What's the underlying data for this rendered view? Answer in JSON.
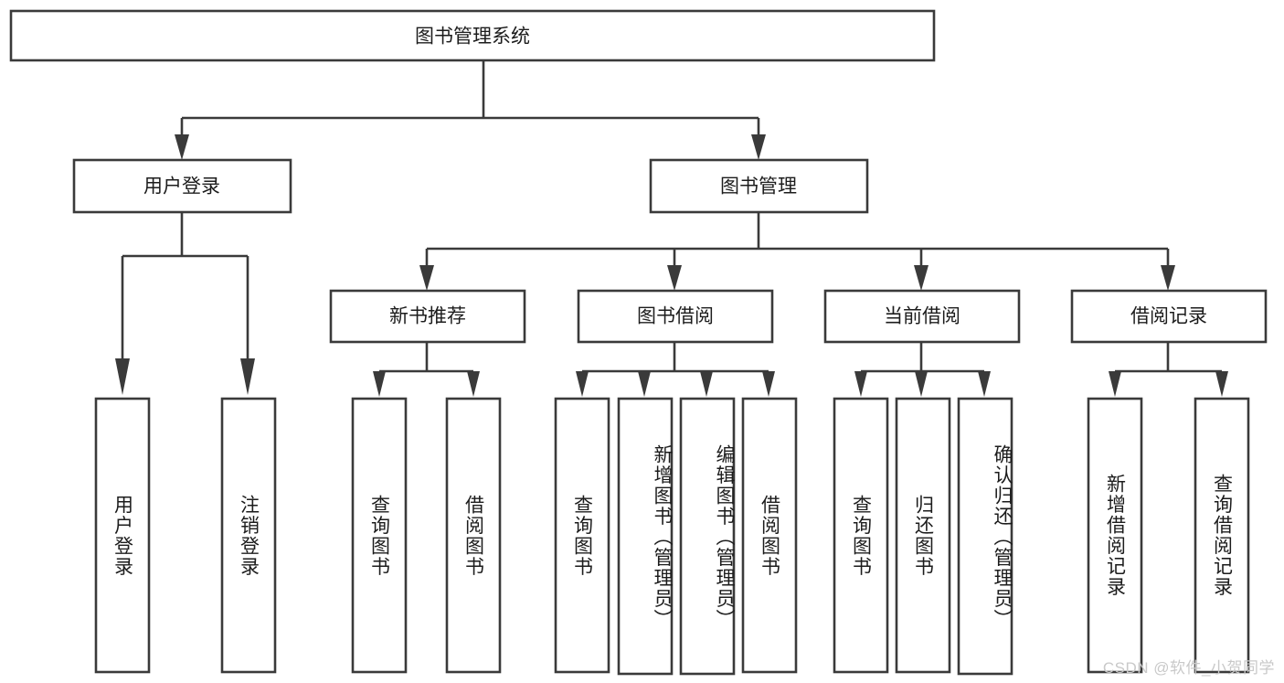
{
  "diagram": {
    "title": "图书管理系统",
    "watermark": "CSDN @软件_小贺同学",
    "colors": {
      "stroke": "#3a3a3a",
      "fill": "#ffffff",
      "text": "#1c1c1c",
      "watermark": "#c9c9c9",
      "background": "#ffffff"
    },
    "levels": {
      "root": "图书管理系统",
      "level2": [
        "用户登录",
        "图书管理"
      ],
      "level3": [
        "新书推荐",
        "图书借阅",
        "当前借阅",
        "借阅记录"
      ]
    },
    "nodes": {
      "root": {
        "label": "图书管理系统",
        "orientation": "horizontal"
      },
      "user_login": {
        "label": "用户登录",
        "orientation": "horizontal"
      },
      "book_manage": {
        "label": "图书管理",
        "orientation": "horizontal"
      },
      "new_book_rec": {
        "label": "新书推荐",
        "orientation": "horizontal"
      },
      "book_borrow": {
        "label": "图书借阅",
        "orientation": "horizontal"
      },
      "current_borrow": {
        "label": "当前借阅",
        "orientation": "horizontal"
      },
      "borrow_record": {
        "label": "借阅记录",
        "orientation": "horizontal"
      },
      "leaf_user_login": {
        "label": "用户登录",
        "orientation": "vertical"
      },
      "leaf_logout": {
        "label": "注销登录",
        "orientation": "vertical"
      },
      "leaf_query_book_1": {
        "label": "查询图书",
        "orientation": "vertical"
      },
      "leaf_borrow_book_1": {
        "label": "借阅图书",
        "orientation": "vertical"
      },
      "leaf_query_book_2": {
        "label": "查询图书",
        "orientation": "vertical"
      },
      "leaf_add_book": {
        "label": "新增图书（管理员）",
        "orientation": "vertical"
      },
      "leaf_edit_book": {
        "label": "编辑图书（管理员）",
        "orientation": "vertical"
      },
      "leaf_borrow_book_2": {
        "label": "借阅图书",
        "orientation": "vertical"
      },
      "leaf_query_book_3": {
        "label": "查询图书",
        "orientation": "vertical"
      },
      "leaf_return_book": {
        "label": "归还图书",
        "orientation": "vertical"
      },
      "leaf_confirm_return": {
        "label": "确认归还（管理员）",
        "orientation": "vertical"
      },
      "leaf_add_record": {
        "label": "新增借阅记录",
        "orientation": "vertical"
      },
      "leaf_query_record": {
        "label": "查询借阅记录",
        "orientation": "vertical"
      }
    },
    "tree": {
      "name": "图书管理系统",
      "children": [
        {
          "name": "用户登录",
          "children": [
            {
              "name": "用户登录",
              "children": []
            },
            {
              "name": "注销登录",
              "children": []
            }
          ]
        },
        {
          "name": "图书管理",
          "children": [
            {
              "name": "新书推荐",
              "children": [
                {
                  "name": "查询图书",
                  "children": []
                },
                {
                  "name": "借阅图书",
                  "children": []
                }
              ]
            },
            {
              "name": "图书借阅",
              "children": [
                {
                  "name": "查询图书",
                  "children": []
                },
                {
                  "name": "新增图书（管理员）",
                  "children": []
                },
                {
                  "name": "编辑图书（管理员）",
                  "children": []
                },
                {
                  "name": "借阅图书",
                  "children": []
                }
              ]
            },
            {
              "name": "当前借阅",
              "children": [
                {
                  "name": "查询图书",
                  "children": []
                },
                {
                  "name": "归还图书",
                  "children": []
                },
                {
                  "name": "确认归还（管理员）",
                  "children": []
                }
              ]
            },
            {
              "name": "借阅记录",
              "children": [
                {
                  "name": "新增借阅记录",
                  "children": []
                },
                {
                  "name": "查询借阅记录",
                  "children": []
                }
              ]
            }
          ]
        }
      ]
    }
  }
}
